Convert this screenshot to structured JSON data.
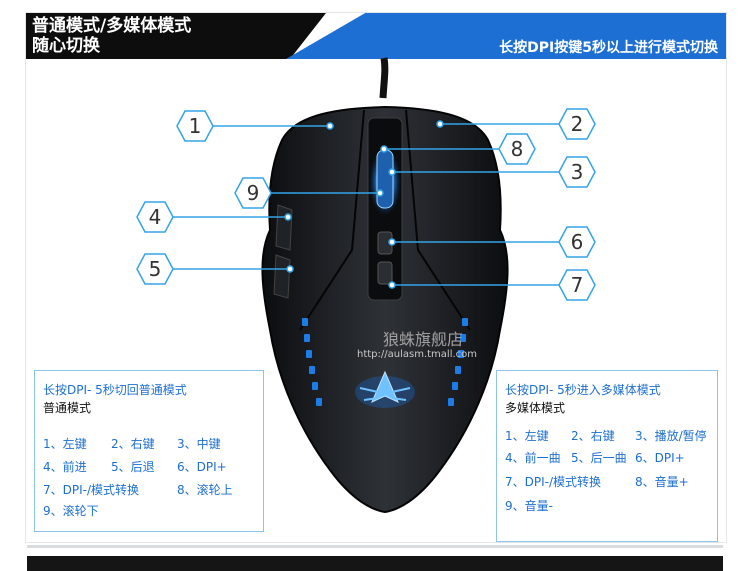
{
  "header": {
    "title_line1": "普通模式/多媒体模式",
    "title_line2": "随心切换",
    "instruction": "长按DPI按键5秒以上进行模式切换"
  },
  "colors": {
    "accent_blue": "#1d6fd3",
    "header_black": "#0d0d0d",
    "line_blue": "#33a3e8",
    "mouse_body": "#16181b"
  },
  "callouts": [
    "1",
    "2",
    "8",
    "3",
    "9",
    "4",
    "6",
    "5",
    "7"
  ],
  "watermark": {
    "shop": "狼蛛旗舰店",
    "url": "http://aulasm.tmall.com"
  },
  "panel_left": {
    "title": "长按DPI- 5秒切回普通模式",
    "subtitle": "普通模式",
    "items": [
      "1、左键",
      "2、右键",
      "3、中键",
      "4、前进",
      "5、后退",
      "6、DPI+",
      "7、DPI-/模式转换",
      "8、滚轮上",
      "9、滚轮下"
    ]
  },
  "panel_right": {
    "title": "长按DPI- 5秒进入多媒体模式",
    "subtitle": "多媒体模式",
    "items": [
      "1、左键",
      "2、右键",
      "3、播放/暂停",
      "4、前一曲",
      "5、后一曲",
      "6、DPI+",
      "7、DPI-/模式转换",
      "8、音量+",
      "9、音量-"
    ]
  }
}
